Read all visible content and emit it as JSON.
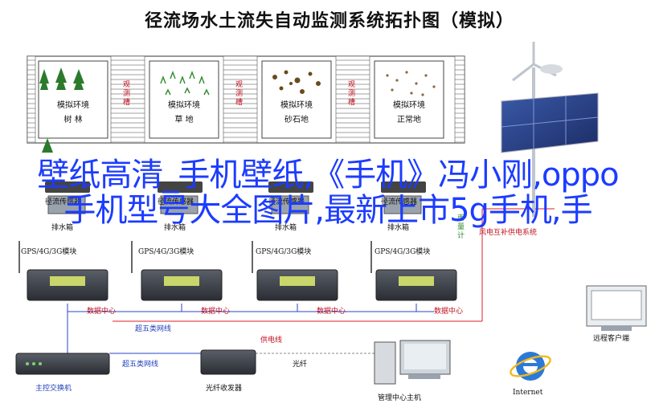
{
  "title": "径流场水土流失自动监测系统拓扑图（模拟）",
  "sites": [
    {
      "env": "模拟环境",
      "ground": "树 林",
      "sensor": "径流传感器",
      "box": "排水箱",
      "gps": "GPS/4G/3G模块"
    },
    {
      "env": "模拟环境",
      "ground": "草 地",
      "sensor": "径流传感器",
      "box": "排水箱",
      "gps": "GPS/4G/3G模块"
    },
    {
      "env": "模拟环境",
      "ground": "砂石地",
      "sensor": "径流传感器",
      "box": "排水箱",
      "gps": "GPS/4G/3G模块"
    },
    {
      "env": "模拟环境",
      "ground": "正常地",
      "sensor": "径流传感器",
      "box": "排水箱",
      "gps": "GPS/4G/3G模块"
    }
  ],
  "observe_label": "观测槽",
  "rain_label": "雨量计",
  "data_center": "数据中心",
  "network_5g": "超五类网线",
  "power_line": "供电线",
  "fiber": "光纤",
  "solar_line": "风电互补供电系统",
  "host_module": "主控交换机",
  "fiber_transceiver": "光纤收发器",
  "mgmt_host": "管理中心主机",
  "remote_client": "远程客户端",
  "internet": "Internet",
  "overlay_text": "壁纸高清_手机壁纸,《手机》冯小刚,oppo手机型号大全图片,最新上市5g手机,手"
}
